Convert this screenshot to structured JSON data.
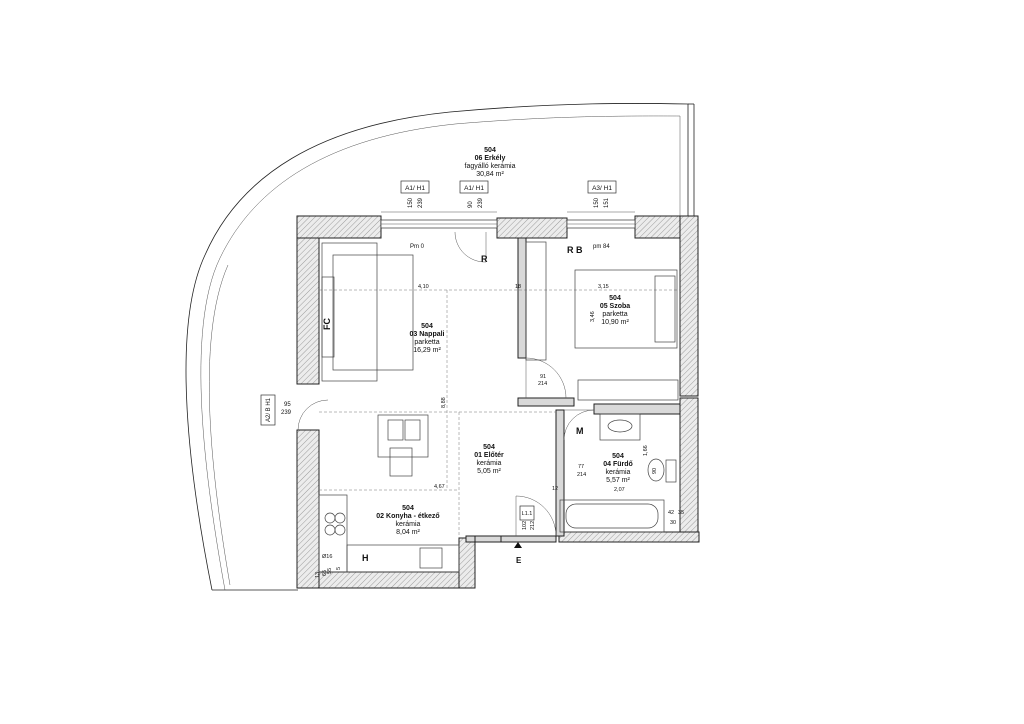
{
  "rooms": [
    {
      "id": "erkely",
      "number": "504",
      "name": "06 Erkély",
      "material": "fagyálló kerámia",
      "area": "30,84 m²"
    },
    {
      "id": "nappali",
      "number": "504",
      "name": "03 Nappali",
      "material": "parketta",
      "area": "16,29 m²"
    },
    {
      "id": "szoba",
      "number": "504",
      "name": "05 Szoba",
      "material": "parketta",
      "area": "10,90 m²"
    },
    {
      "id": "eloter",
      "number": "504",
      "name": "01 Előtér",
      "material": "kerámia",
      "area": "5,05 m²"
    },
    {
      "id": "furdo",
      "number": "504",
      "name": "04 Fürdő",
      "material": "kerámia",
      "area": "5,57 m²"
    },
    {
      "id": "konyha",
      "number": "504",
      "name": "02 Konyha - étkező",
      "material": "kerámia",
      "area": "8,04 m²"
    }
  ],
  "tags": {
    "window_a1_h1_left": "A1/ H1",
    "window_a1_h1_mid": "A1/ H1",
    "window_a3_h1": "A3/ H1",
    "door_a2_b_h1": "A2/ B H1",
    "door_l1_1": "L1.1",
    "fc": "FC",
    "r": "R",
    "rb": "R B",
    "m": "M",
    "h": "H",
    "e": "E"
  },
  "labels": {
    "pm0": "Pm 0",
    "pm84": "pm 84"
  },
  "dimensions": {
    "w1_a": "150",
    "w1_b": "239",
    "w2_a": "90",
    "w2_b": "239",
    "w3_a": "150",
    "w3_b": "151",
    "door_a": "95",
    "door_b": "239",
    "nappali_w": "4,10",
    "szoba_w": "3,15",
    "gap_18": "18",
    "szoba_h": "3,46",
    "eloter_h": "8,88",
    "door91": "91",
    "door214": "214",
    "door77": "77",
    "door214b": "214",
    "kitchen_w": "4,67",
    "bath_w": "2,07",
    "bath_h": "1,66",
    "bath_90": "90",
    "l1_102": "102",
    "l1_212": "212",
    "ent_12": "12",
    "ent_42": "42",
    "ent_35": "35",
    "ent_30": "30",
    "k_d16": "Ø16",
    "k_55": "55",
    "k_5": "5",
    "s_13": "13",
    "s_65": "65"
  }
}
